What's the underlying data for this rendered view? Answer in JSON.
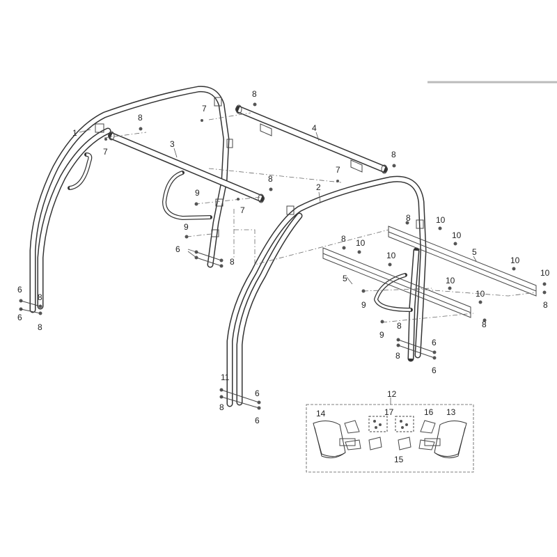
{
  "callouts": {
    "c1": "1",
    "c2": "2",
    "c3": "3",
    "c4": "4",
    "c5a": "5",
    "c5b": "5",
    "c6": "6",
    "c7": "7",
    "c8": "8",
    "c9": "9",
    "c10": "10",
    "c11": "11",
    "c12": "12",
    "c13": "13",
    "c14": "14",
    "c15": "15",
    "c16": "16",
    "c17": "17"
  },
  "colors": {
    "line": "#333333",
    "label": "#222222",
    "background": "#ffffff"
  }
}
